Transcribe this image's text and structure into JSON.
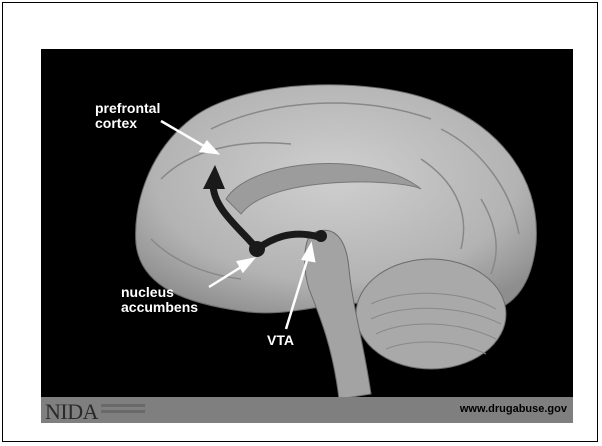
{
  "labels": {
    "prefrontal_cortex": [
      "prefrontal",
      "cortex"
    ],
    "nucleus_accumbens": [
      "nucleus",
      "accumbens"
    ],
    "vta": "VTA"
  },
  "footer": {
    "logo": "NIDA",
    "url": "www.drugabuse.gov"
  },
  "colors": {
    "background": "#000000",
    "brain": "#b8b8b8",
    "pathway": "#1a1a1a",
    "arrows": "#ffffff",
    "footer": "#7f7f7f"
  }
}
